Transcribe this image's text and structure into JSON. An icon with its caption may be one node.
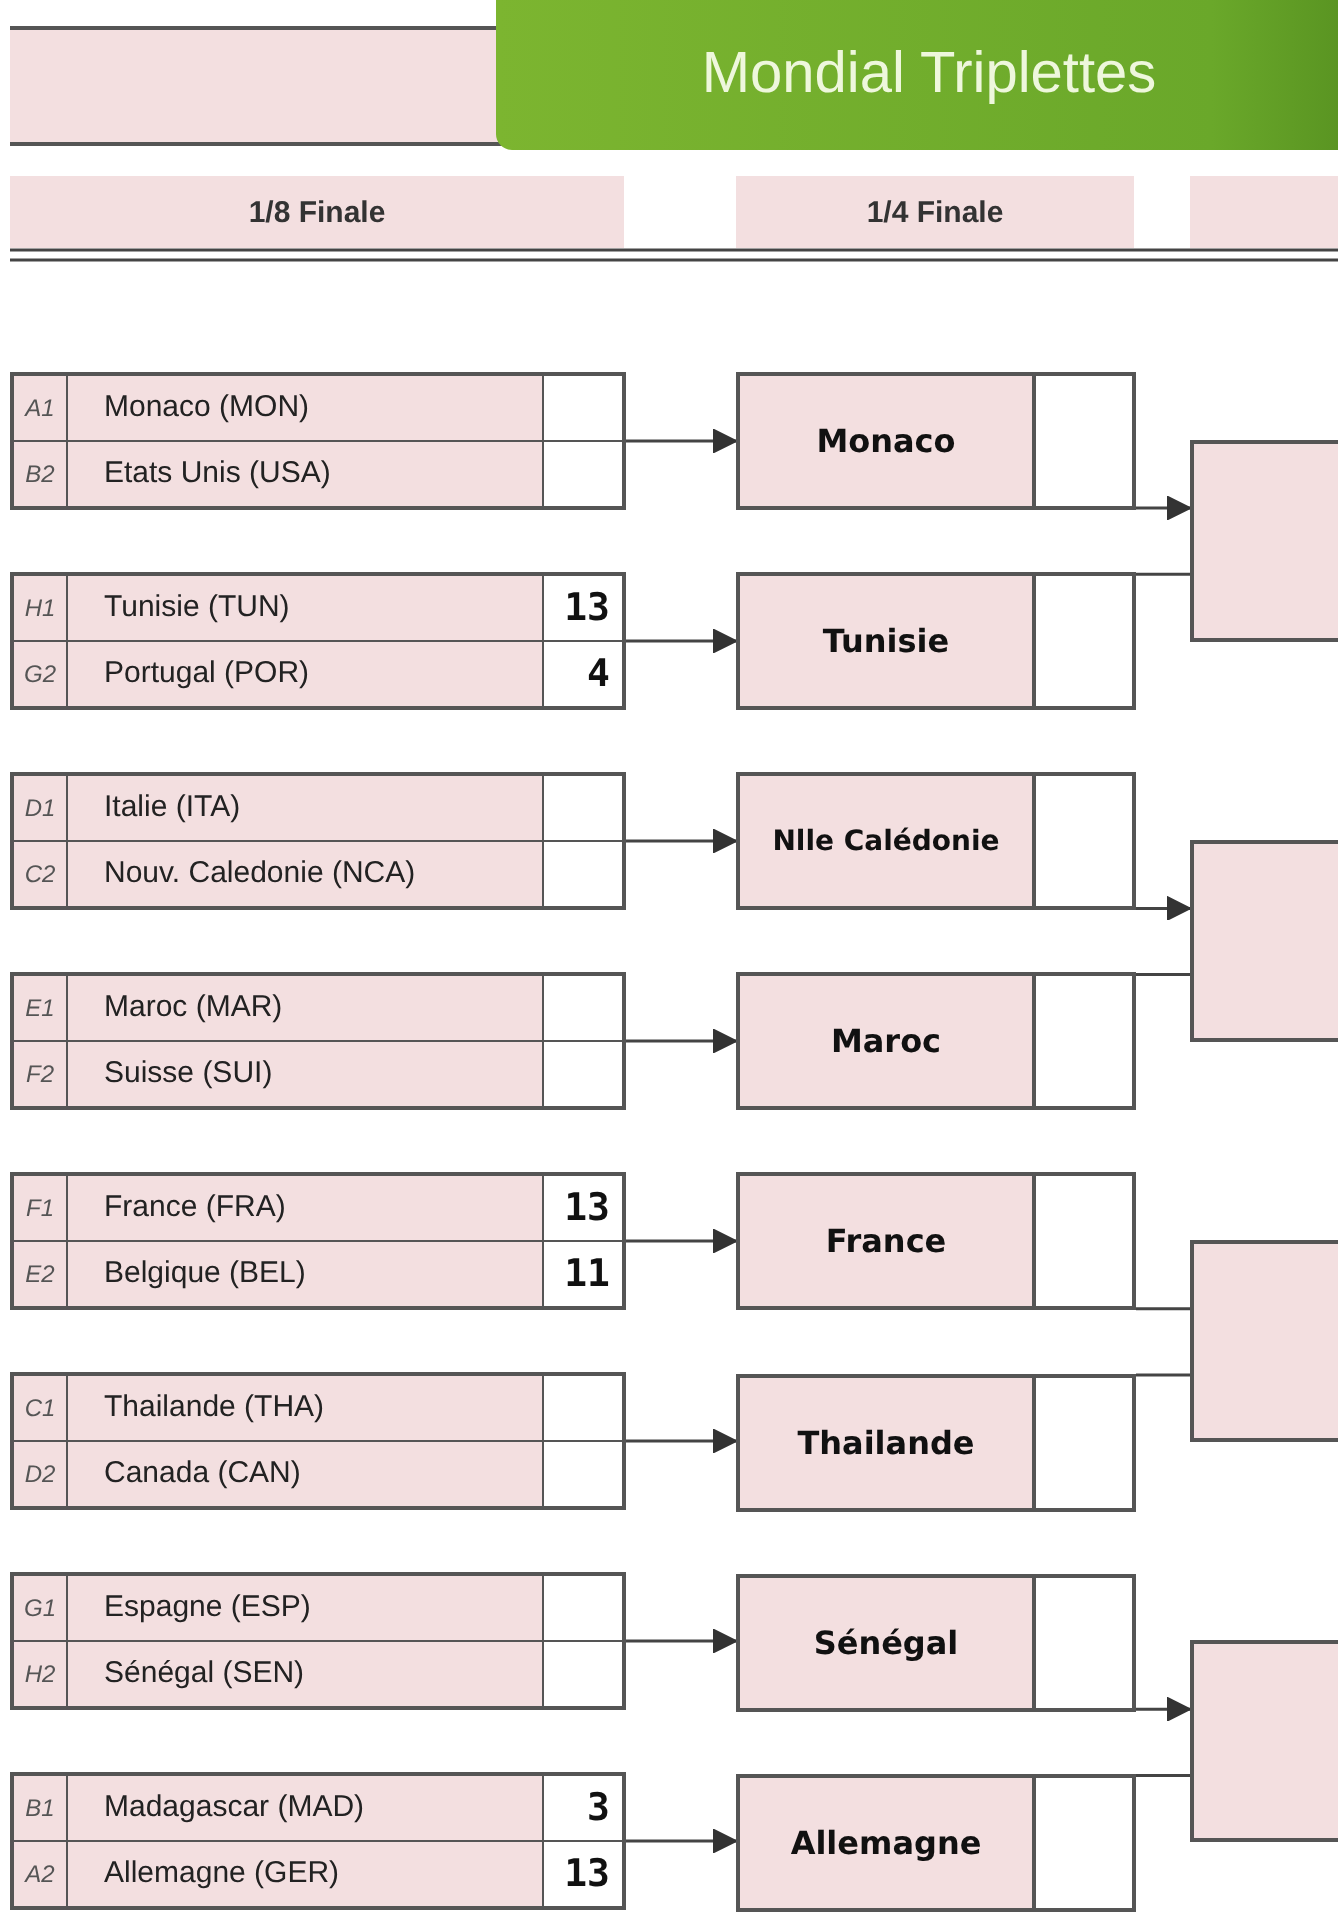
{
  "diagram": {
    "title": "Mondial Triplettes",
    "nodes": [
      {
        "text": [
          "1/8 Finale"
        ]
      },
      {
        "text": [
          "1/4 Finale"
        ]
      },
      {
        "text": [],
        "shape": "box"
      },
      {
        "text": [],
        "shape": "box"
      },
      {
        "text": [
          "A1",
          "Monaco (MON)"
        ],
        "in": 3
      },
      {
        "text": [
          "B2",
          "Etats Unis (USA)"
        ],
        "in": 3
      },
      {
        "text": [],
        "shape": "box"
      },
      {
        "text": [
          "H1",
          "Tunisie (TUN)",
          "13"
        ],
        "in": 6
      },
      {
        "text": [
          "G2",
          "Portugal (POR)",
          "4"
        ],
        "in": 6
      },
      {
        "text": [],
        "shape": "box"
      },
      {
        "text": [
          "D1",
          "Italie (ITA)"
        ],
        "in": 9
      },
      {
        "text": [
          "C2",
          "Nouv. Caledonie (NCA)"
        ],
        "in": 9
      },
      {
        "text": [],
        "shape": "box"
      },
      {
        "text": [
          "E1",
          "Maroc (MAR)"
        ],
        "in": 12
      },
      {
        "text": [
          "F2",
          "Suisse (SUI)"
        ],
        "in": 12
      },
      {
        "text": [],
        "shape": "box"
      },
      {
        "text": [
          "F1",
          "France (FRA)",
          "13"
        ],
        "in": 15
      },
      {
        "text": [
          "E2",
          "Belgique (BEL)",
          "11"
        ],
        "in": 15
      },
      {
        "text": [],
        "shape": "box"
      },
      {
        "text": [
          "C1",
          "Thailande (THA)"
        ],
        "in": 18
      },
      {
        "text": [
          "D2",
          "Canada (CAN)"
        ],
        "in": 18
      },
      {
        "text": [],
        "shape": "box"
      },
      {
        "text": [
          "G1",
          "Espagne (ESP)"
        ],
        "in": 21
      },
      {
        "text": [
          "H2",
          "Sénégal (SEN)"
        ],
        "in": 21
      },
      {
        "text": [],
        "shape": "box"
      },
      {
        "text": [
          "B1",
          "Madagascar (MAD)",
          "3"
        ],
        "in": 24
      },
      {
        "text": [
          "A2",
          "Allemagne (GER)",
          "13"
        ],
        "in": 24
      },
      {
        "text": [
          "Monaco"
        ]
      },
      {
        "text": [
          "Tunisie"
        ]
      },
      {
        "text": [
          "Nlle Calédonie"
        ]
      },
      {
        "text": [
          "Maroc"
        ]
      },
      {
        "text": [
          "France"
        ]
      },
      {
        "text": [
          "Thailande"
        ]
      },
      {
        "text": [
          "Sénégal"
        ]
      },
      {
        "text": [
          "Allemagne"
        ]
      },
      {
        "text": [],
        "shape": "box"
      },
      {
        "text": [],
        "shape": "box"
      },
      {
        "text": [],
        "shape": "box"
      },
      {
        "text": [],
        "shape": "box"
      }
    ],
    "edges": [
      {
        "from": 3,
        "to": 27,
        "arrow": "to"
      },
      {
        "from": 6,
        "to": 28,
        "arrow": "to"
      },
      {
        "from": 9,
        "to": 29,
        "arrow": "to"
      },
      {
        "from": 12,
        "to": 30,
        "arrow": "to"
      },
      {
        "from": 15,
        "to": 31,
        "arrow": "to"
      },
      {
        "from": 18,
        "to": 32,
        "arrow": "to"
      },
      {
        "from": 21,
        "to": 33,
        "arrow": "to"
      },
      {
        "from": 24,
        "to": 34,
        "arrow": "to"
      },
      {
        "from": 27,
        "to": 35,
        "arrow": "to"
      },
      {
        "from": 28,
        "to": 35,
        "arrow": "none"
      },
      {
        "from": 29,
        "to": 36,
        "arrow": "to"
      },
      {
        "from": 30,
        "to": 36,
        "arrow": "none"
      },
      {
        "from": 31,
        "to": 37,
        "arrow": "none"
      },
      {
        "from": 32,
        "to": 37,
        "arrow": "none"
      },
      {
        "from": 33,
        "to": 38,
        "arrow": "to"
      },
      {
        "from": 34,
        "to": 38,
        "arrow": "none"
      }
    ]
  }
}
